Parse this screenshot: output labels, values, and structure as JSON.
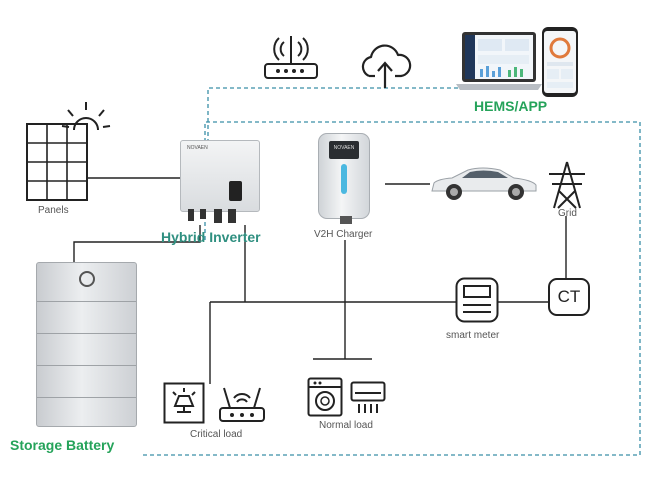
{
  "labels": {
    "panels": "Panels",
    "hybrid_inverter": "Hybrid Inverter",
    "v2h_charger": "V2H Charger",
    "grid": "Grid",
    "hems_app": "HEMS/APP",
    "smart_meter": "smart meter",
    "ct": "CT",
    "critical_load": "Critical load",
    "normal_load": "Normal load",
    "storage_battery": "Storage Battery",
    "inverter_brand": "NOVAEN",
    "charger_brand": "NOVAEN"
  },
  "colors": {
    "dashed_line": "#3a8fa8",
    "power_line": "#222222",
    "label_green": "#25a35a",
    "label_teal": "#2f8f80"
  },
  "icons": [
    "router-icon",
    "cloud-upload-icon",
    "laptop-icon",
    "phone-icon",
    "solar-panel-icon",
    "sun-icon",
    "car-icon",
    "grid-tower-icon",
    "washing-machine-icon",
    "air-conditioner-icon",
    "lamp-icon"
  ]
}
